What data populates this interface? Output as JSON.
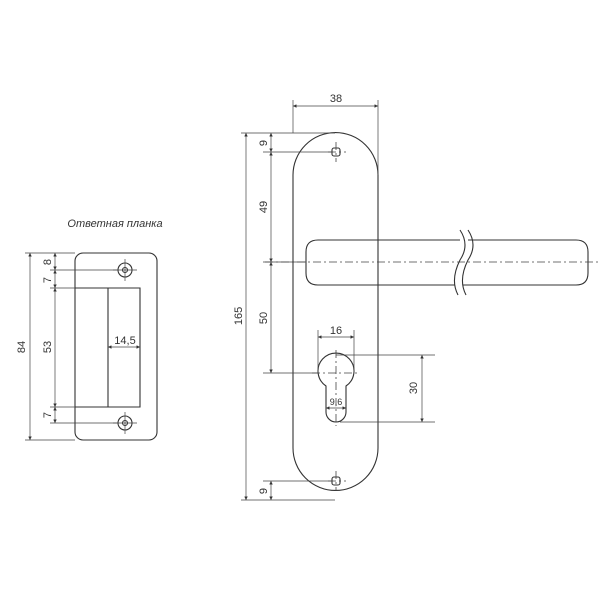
{
  "strike_plate": {
    "title": "Ответная планка",
    "dims": {
      "total_height": "84",
      "top_hole": "8",
      "top_gap": "7",
      "slot_height": "53",
      "bottom_gap": "7",
      "slot_width": "14,5"
    }
  },
  "handle_plate": {
    "dims": {
      "width": "38",
      "total_height": "165",
      "top_hole": "9",
      "to_handle": "49",
      "to_cylinder": "50",
      "bottom_hole": "9",
      "cylinder_width": "16",
      "cylinder_height": "30",
      "slot_width": "9,6"
    }
  },
  "colors": {
    "line": "#333333",
    "background": "#ffffff"
  }
}
